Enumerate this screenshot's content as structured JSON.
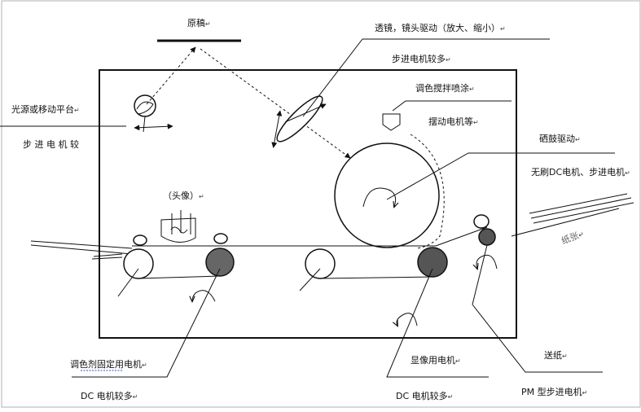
{
  "labels": {
    "original": "原稿",
    "light_source": "光源或移动平台",
    "light_motor": "步 进 电 机 较",
    "lens": "透镜，镜头驱动（放大、缩小）",
    "lens_motor": "步进电机较多",
    "toner_mix": "调色搅拌喷涂",
    "toner_motor": "摆动电机等",
    "drum": "硒鼓驱动",
    "drum_motor": "无刷DC电机、步进电机",
    "head": "（头像）",
    "paper": "纸张",
    "fix": "调色剂固定用电机",
    "fix_motor": "DC 电机较多",
    "develop": "显像用电机",
    "develop_motor": "DC 电机较多",
    "feed": "送纸",
    "feed_motor": "PM 型步进电机"
  },
  "mark": "↵"
}
